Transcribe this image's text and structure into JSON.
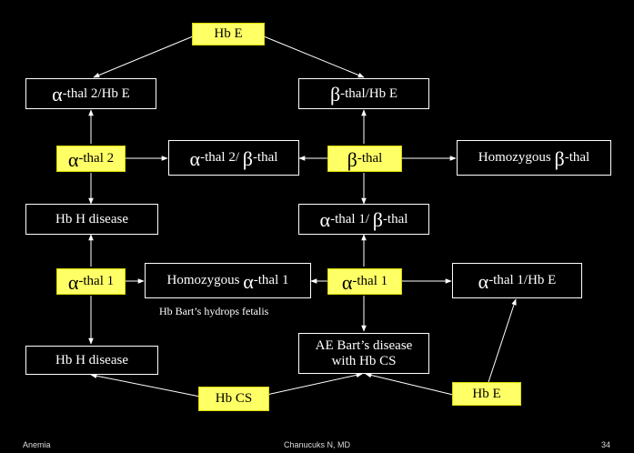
{
  "nodes": {
    "hbe_top": {
      "label": "Hb E"
    },
    "athal2_hbe": {
      "greek": "α",
      "label": "-thal 2/Hb E"
    },
    "bthal_hbe": {
      "greek": "β",
      "label": "-thal/Hb E"
    },
    "athal2_left": {
      "greek": "α",
      "label": "-thal 2"
    },
    "athal2_bthal": {
      "greek1": "α",
      "label1": "-thal 2/ ",
      "greek2": "β",
      "label2": "-thal"
    },
    "bthal_mid": {
      "greek": "β",
      "label": "-thal"
    },
    "homo_bthal": {
      "label1": "Homozygous ",
      "greek": "β",
      "label2": "-thal"
    },
    "hbh_1": {
      "label": "Hb H disease"
    },
    "athal1_bthal": {
      "greek1": "α",
      "label1": "-thal 1/ ",
      "greek2": "β",
      "label2": "-thal"
    },
    "athal1_left": {
      "greek": "α",
      "label": "-thal 1"
    },
    "homo_athal1": {
      "label1": "Homozygous ",
      "greek": "α",
      "label2": "-thal 1"
    },
    "athal1_mid": {
      "greek": "α",
      "label": "-thal 1"
    },
    "athal1_hbe": {
      "greek": "α",
      "label": "-thal 1/Hb E"
    },
    "hbh_2": {
      "label": "Hb H disease"
    },
    "ae_barts": {
      "line1": "AE Bart’s disease",
      "line2": "with Hb CS"
    },
    "hbcs": {
      "label": "Hb CS"
    },
    "hbe_bottom": {
      "label": "Hb E"
    }
  },
  "notes": {
    "hydrops": "Hb Bart’s hydrops fetalis"
  },
  "footer": {
    "left": "Anemia",
    "center": "Chanucuks N, MD",
    "right": "34"
  },
  "colors": {
    "background": "#000000",
    "highlight": "#ffff66",
    "line": "#ffffff"
  }
}
